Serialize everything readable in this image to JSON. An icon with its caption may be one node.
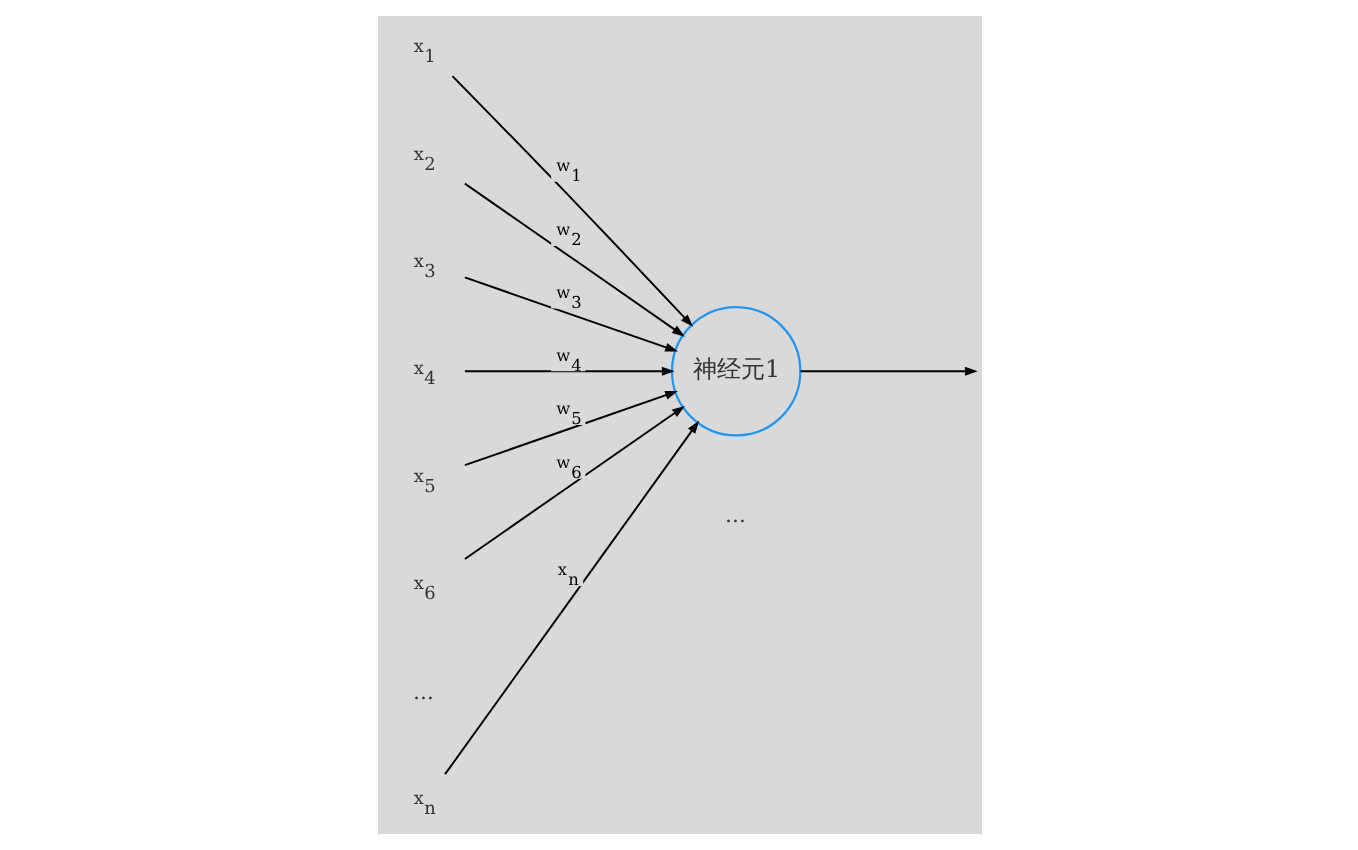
{
  "diagram": {
    "nodes": [
      {
        "text": [
          "x$_{1}$"
        ]
      },
      {
        "text": [
          "x$_{2}$"
        ]
      },
      {
        "text": [
          "x$_{3}$"
        ]
      },
      {
        "text": [
          "x$_{4}$"
        ]
      },
      {
        "text": [
          "x$_{5}$"
        ]
      },
      {
        "text": [
          "x$_{6}$"
        ]
      },
      {
        "text": [
          "x$_{n}$"
        ]
      },
      {
        "text": [
          "神经元1"
        ]
      }
    ],
    "edges": [
      {
        "from": 0,
        "to": 7,
        "arrow": "to",
        "label": "w$_{1}$"
      },
      {
        "from": 1,
        "to": 7,
        "arrow": "to",
        "label": "w$_{2}$"
      },
      {
        "from": 2,
        "to": 7,
        "arrow": "to",
        "label": "w$_{3}$"
      },
      {
        "from": 3,
        "to": 7,
        "arrow": "to",
        "label": "w$_{4}$"
      },
      {
        "from": 4,
        "to": 7,
        "arrow": "to",
        "label": "w$_{5}$"
      },
      {
        "from": 5,
        "to": 7,
        "arrow": "to",
        "label": "w$_{6}$"
      },
      {
        "from": 6,
        "to": 7,
        "arrow": "to",
        "label": "x$_{n}$"
      },
      {
        "from": 7,
        "to": null,
        "arrow": "to"
      }
    ],
    "labels": [
      "…",
      "…"
    ]
  }
}
